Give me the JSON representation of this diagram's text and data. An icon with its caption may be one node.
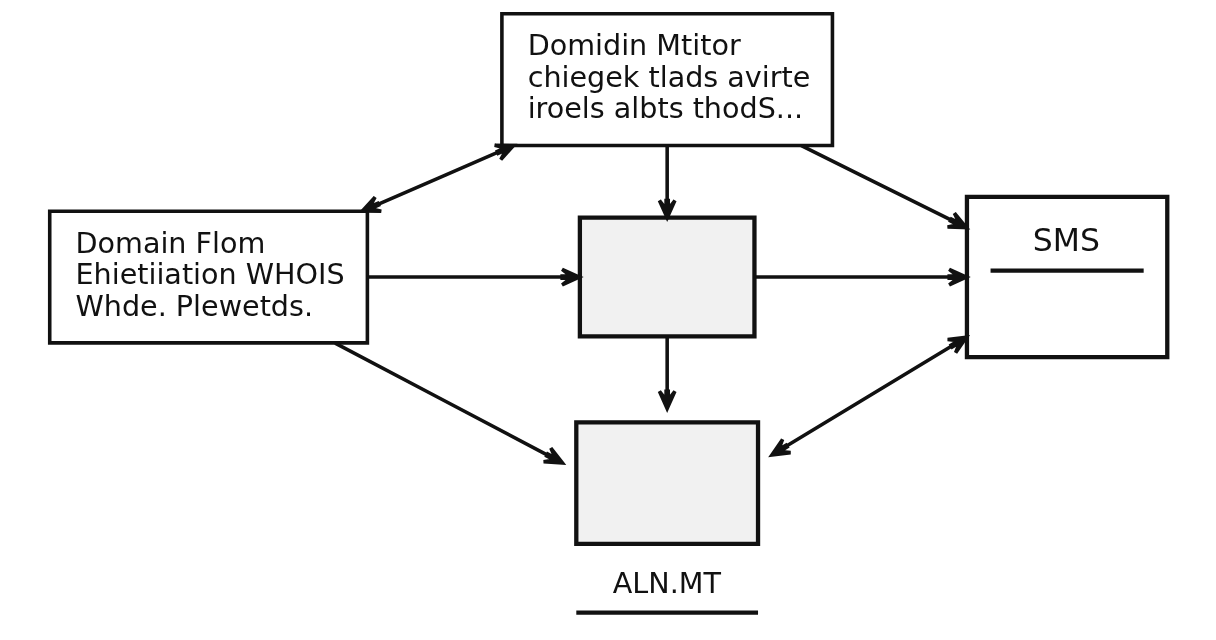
{
  "diagram": {
    "nodes": [
      {
        "text": [
          "Domidin Mtitor chiegek tlads avirte iroels albts thodS..."
        ]
      },
      {
        "text": [
          "Domain Flom Ehietiiation WHOIS Whde. Plewetds."
        ]
      },
      {
        "text": [],
        "shape": "box"
      },
      {
        "text": [
          "SMS"
        ]
      },
      {
        "text": [
          "ALN.MT"
        ]
      }
    ],
    "edges": [
      {
        "from": 1,
        "to": 0,
        "arrow": "both"
      },
      {
        "from": 0,
        "to": 2,
        "arrow": "to"
      },
      {
        "from": 0,
        "to": 3,
        "arrow": "to"
      },
      {
        "from": 1,
        "to": 2,
        "arrow": "to"
      },
      {
        "from": 1,
        "to": 4,
        "arrow": "to"
      },
      {
        "from": 2,
        "to": 3,
        "arrow": "to"
      },
      {
        "from": 2,
        "to": 4,
        "arrow": "to"
      },
      {
        "from": 4,
        "to": 3,
        "arrow": "both"
      }
    ]
  }
}
